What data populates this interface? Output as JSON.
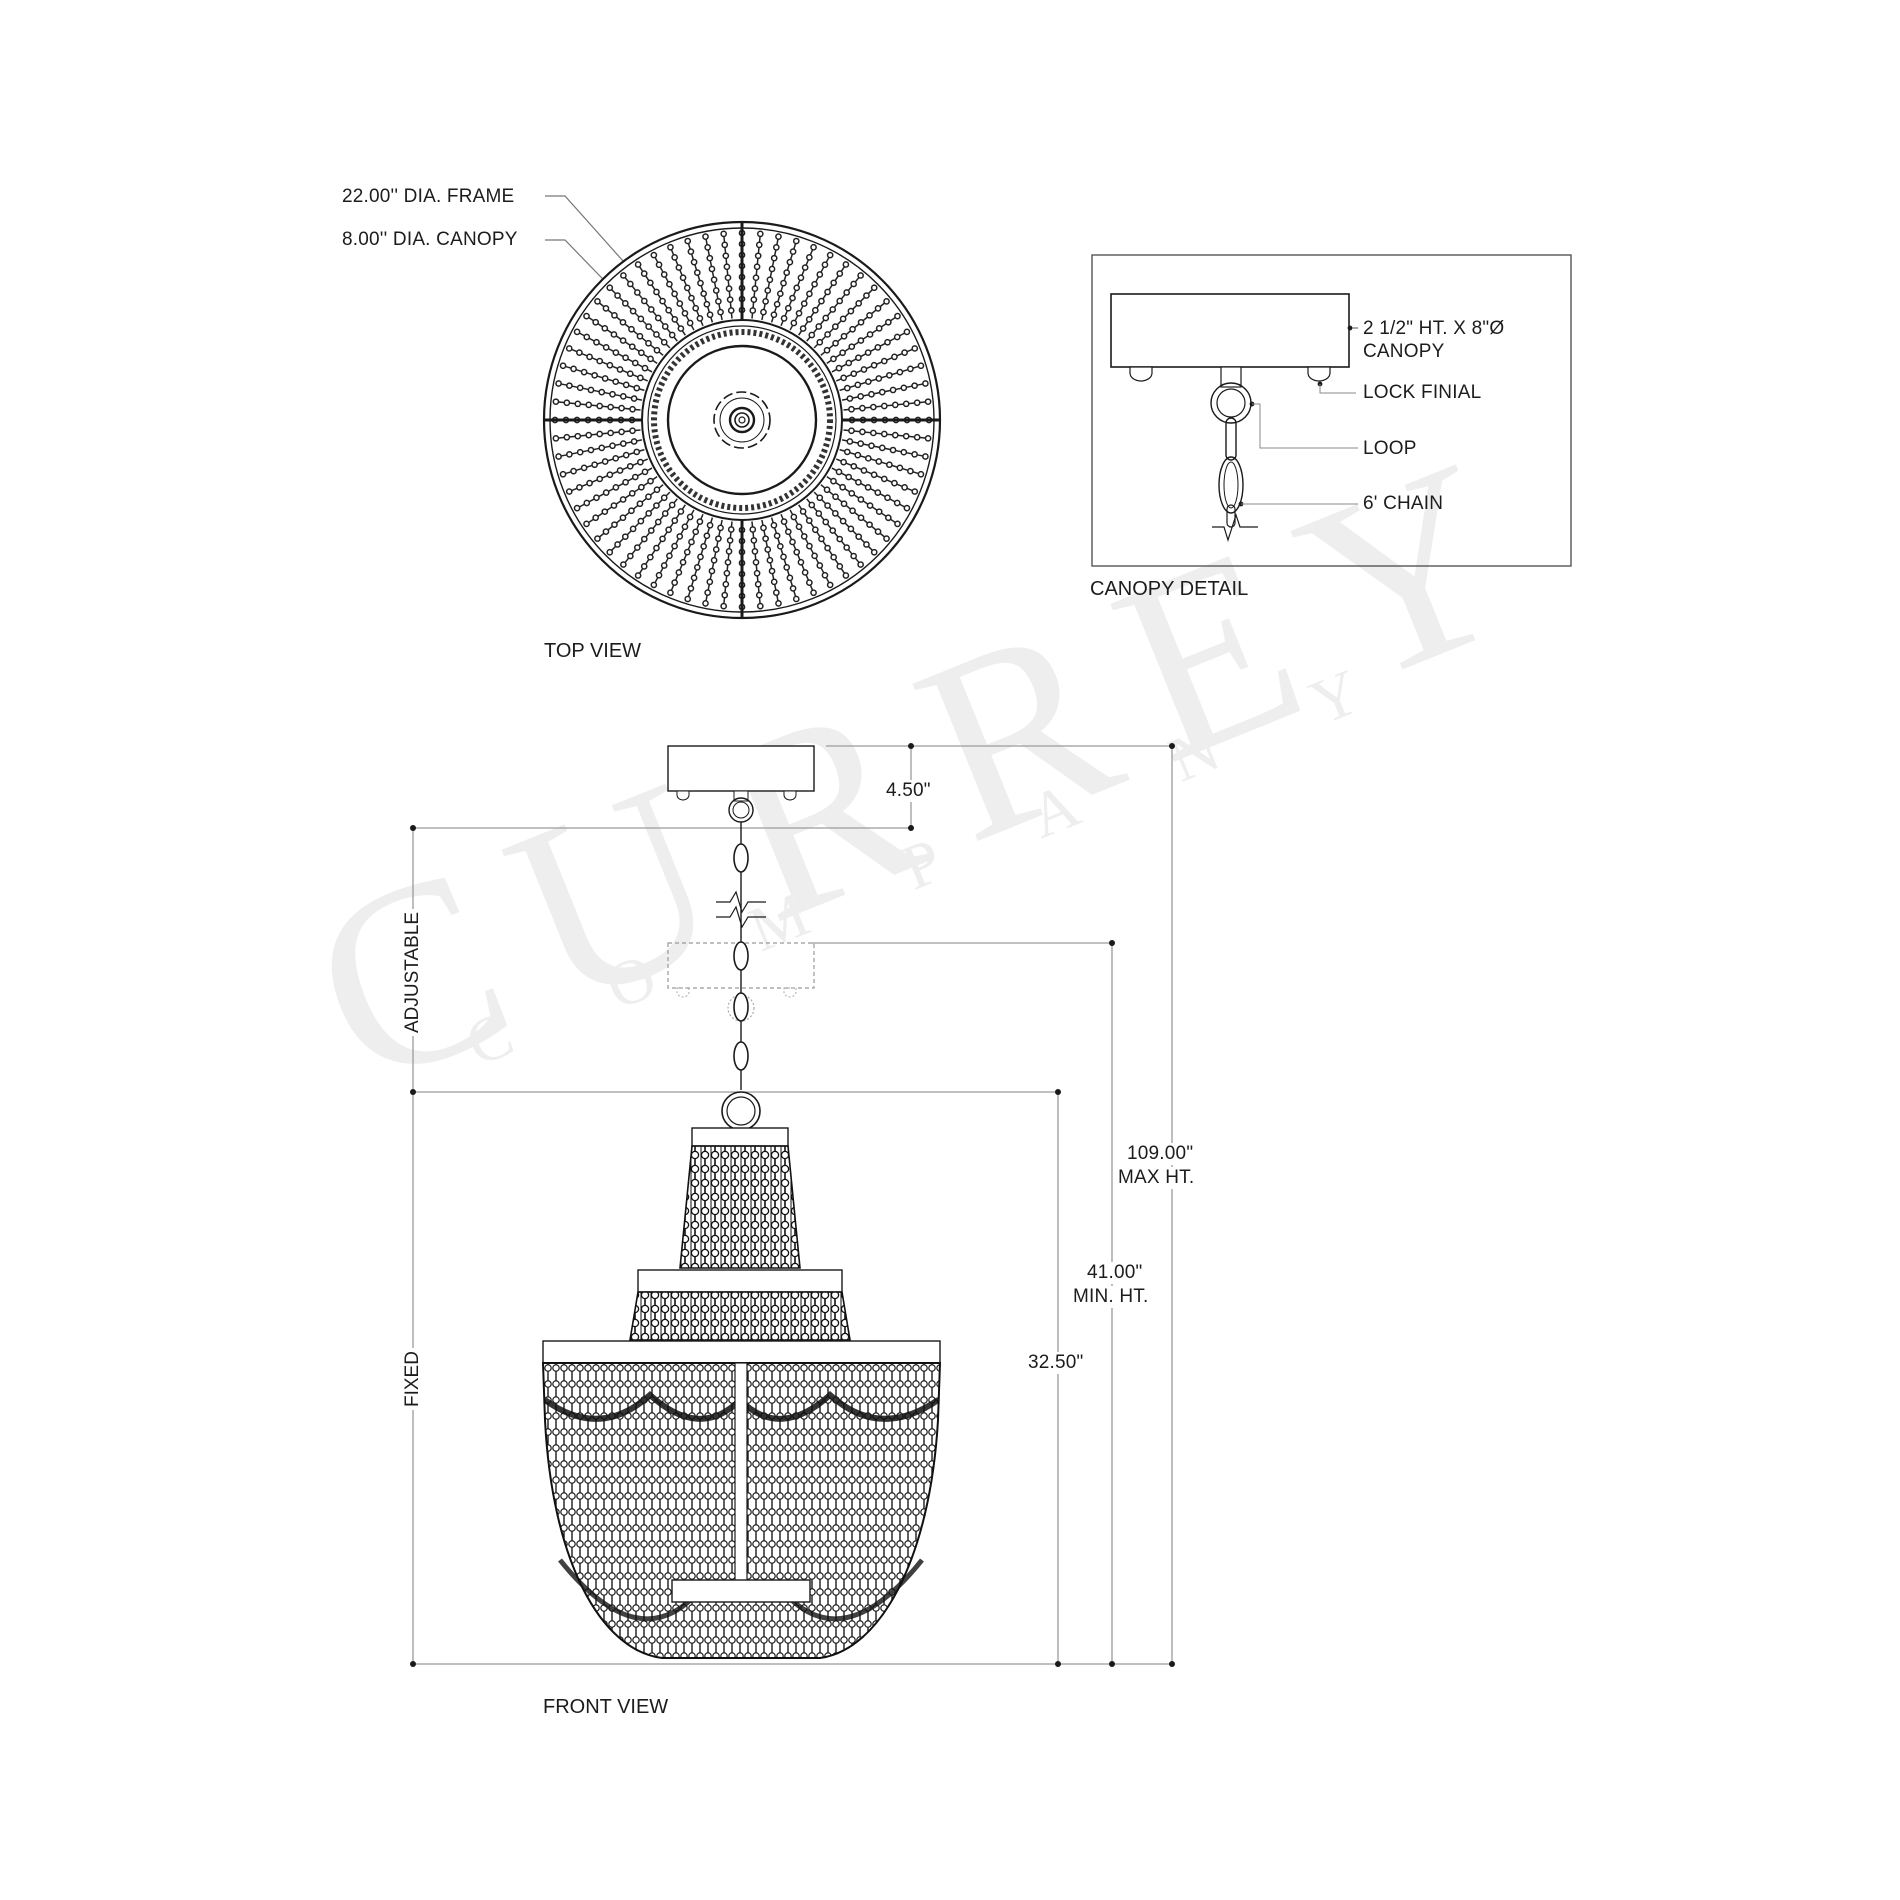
{
  "watermark": {
    "brand": "URREY",
    "brand_prefix": "C",
    "company": "C O M P A N Y"
  },
  "top_view": {
    "title": "TOP VIEW",
    "callouts": [
      {
        "label": "22.00'' DIA. FRAME"
      },
      {
        "label": "8.00'' DIA. CANOPY"
      }
    ]
  },
  "canopy_detail": {
    "title": "CANOPY DETAIL",
    "callouts": [
      {
        "label_line1": "2 1/2\" HT. X 8\"Ø",
        "label_line2": "CANOPY"
      },
      {
        "label": "LOCK FINIAL"
      },
      {
        "label": "LOOP"
      },
      {
        "label": "6' CHAIN"
      }
    ]
  },
  "front_view": {
    "title": "FRONT VIEW",
    "left_labels": {
      "adjustable": "ADJUSTABLE",
      "fixed": "FIXED"
    },
    "dimensions": {
      "canopy_height": "4.50\"",
      "body_height": "32.50\"",
      "min_height_value": "41.00\"",
      "min_height_label": "MIN. HT.",
      "max_height_value": "109.00\"",
      "max_height_label": "MAX HT."
    }
  },
  "colors": {
    "line": "#1a1a1a",
    "dim_line": "#9a9a9a",
    "watermark": "#eeeeee",
    "background": "#ffffff"
  }
}
